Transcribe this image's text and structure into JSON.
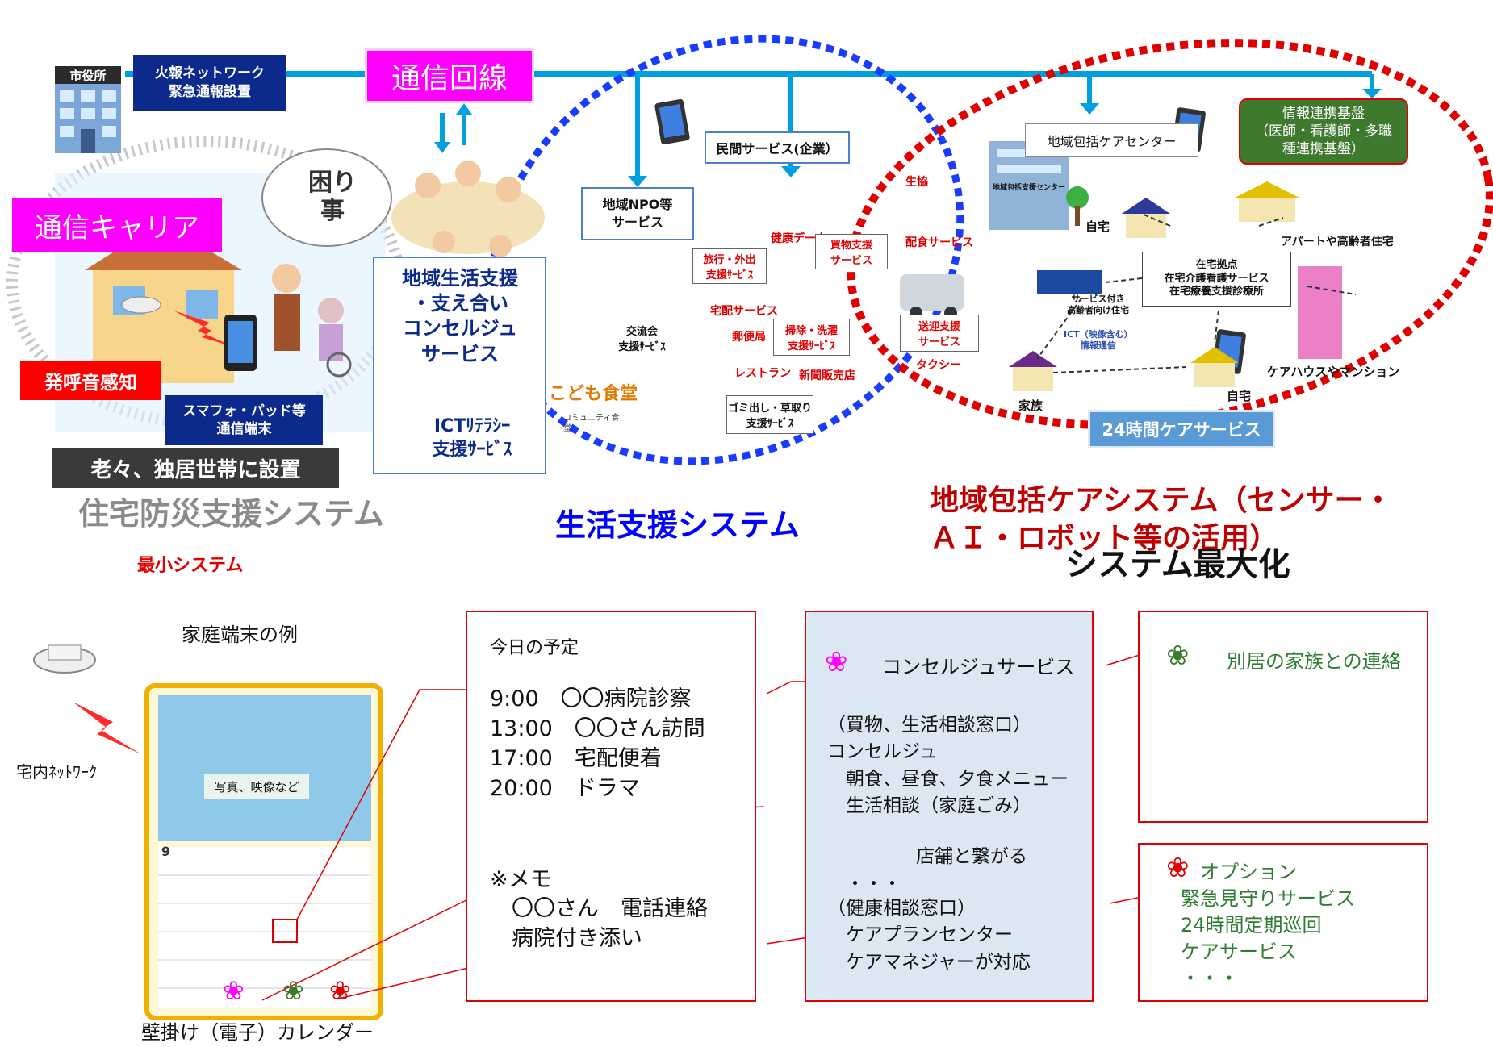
{
  "top": {
    "city_hall": "市役所",
    "fire_net": "火報ネットワーク\n緊急通報設置",
    "comm_line": "通信回線",
    "carrier": "通信キャリア",
    "trouble": "困り\n事",
    "sound_detect": "発呼音感知",
    "smartphone": "スマフォ・パッド等\n通信端末",
    "install": "老々、独居世帯に設置",
    "home_safety": "住宅防災支援システム",
    "min_system": "最小システム"
  },
  "life": {
    "community_support": "地域生活支援\n・支え合い\nコンセルジュ\nサービス",
    "ict_support": "ICTﾘﾃﾗｼｰ\n支援ｻｰﾋﾞｽ",
    "npo": "地域NPO等\nサービス",
    "private": "民間サービス(企業）",
    "travel": "旅行・外出\n支援ｻｰﾋﾞｽ",
    "health_data": "健康データ",
    "shopping": "買物支援\nサービス",
    "coop": "生協",
    "meal": "配食サービス",
    "delivery": "宅配サービス",
    "post": "郵便局",
    "exchange": "交流会\n支援ｻｰﾋﾞｽ",
    "cleaning": "掃除・洗濯\n支援ｻｰﾋﾞｽ",
    "transport": "送迎支援\nサービス",
    "restaurant": "レストラン",
    "newspaper": "新聞販売店",
    "taxi": "タクシー",
    "kodomo": "こども食堂",
    "kodomo_sub": "コミュニティ食\n堂",
    "garbage": "ゴミ出し・草取り\n支援ｻｰﾋﾞｽ",
    "system_title": "生活支援システム"
  },
  "care": {
    "center": "地域包括ケアセンター",
    "info_platform": "情報連携基盤\n（医師・看護師・多職\n種連携基盤）",
    "building_sign": "地域包括支援センター",
    "home": "自宅",
    "apartment": "アパートや高齢者住宅",
    "base": "在宅拠点\n在宅介護看護サービス\n在宅療養支援診療所",
    "serviced_housing": "サービス付き\n高齢者向け住宅",
    "ict": "ICT（映像含む）\n情報通信",
    "family": "家族",
    "home2": "自宅",
    "carehouse": "ケアハウスやマンション",
    "service24": "24時間ケアサービス",
    "title": "地域包括ケアシステム（センサー・\nＡＩ・ロボット等の活用）",
    "maximize": "システム最大化"
  },
  "bottom": {
    "example": "家庭端末の例",
    "network": "宅内ﾈｯﾄﾜｰｸ",
    "photo": "写真、映像など",
    "calendar_month": "9",
    "calendar_label": "壁掛け（電子）カレンダー",
    "schedule_title": "今日の予定",
    "schedule": [
      "9:00　〇〇病院診察",
      "13:00　〇〇さん訪問",
      "17:00　宅配便着",
      "20:00　ドラマ"
    ],
    "memo": "※メモ\n　〇〇さん　電話連絡\n　病院付き添い",
    "concierge_title": "コンセルジュサービス",
    "concierge_body": "（買物、生活相談窓口）\nコンセルジュ\n　朝食、昼食、夕食メニュー\n　生活相談（家庭ごみ）",
    "store_link": "店舗と繋がる",
    "dots": "・・・",
    "health_body": "（健康相談窓口）\n　ケアプランセンター\n　ケアマネジャーが対応",
    "family_contact": "別居の家族との連絡",
    "option": "　オプション\n緊急見守りサービス\n24時間定期巡回\nケアサービス\n・・・"
  },
  "colors": {
    "navy": "#0b2a8c",
    "magenta": "#ff00ff",
    "red": "#e00000",
    "blue": "#0000ff",
    "green": "#2e7d32",
    "line_blue": "#00a0e0"
  }
}
